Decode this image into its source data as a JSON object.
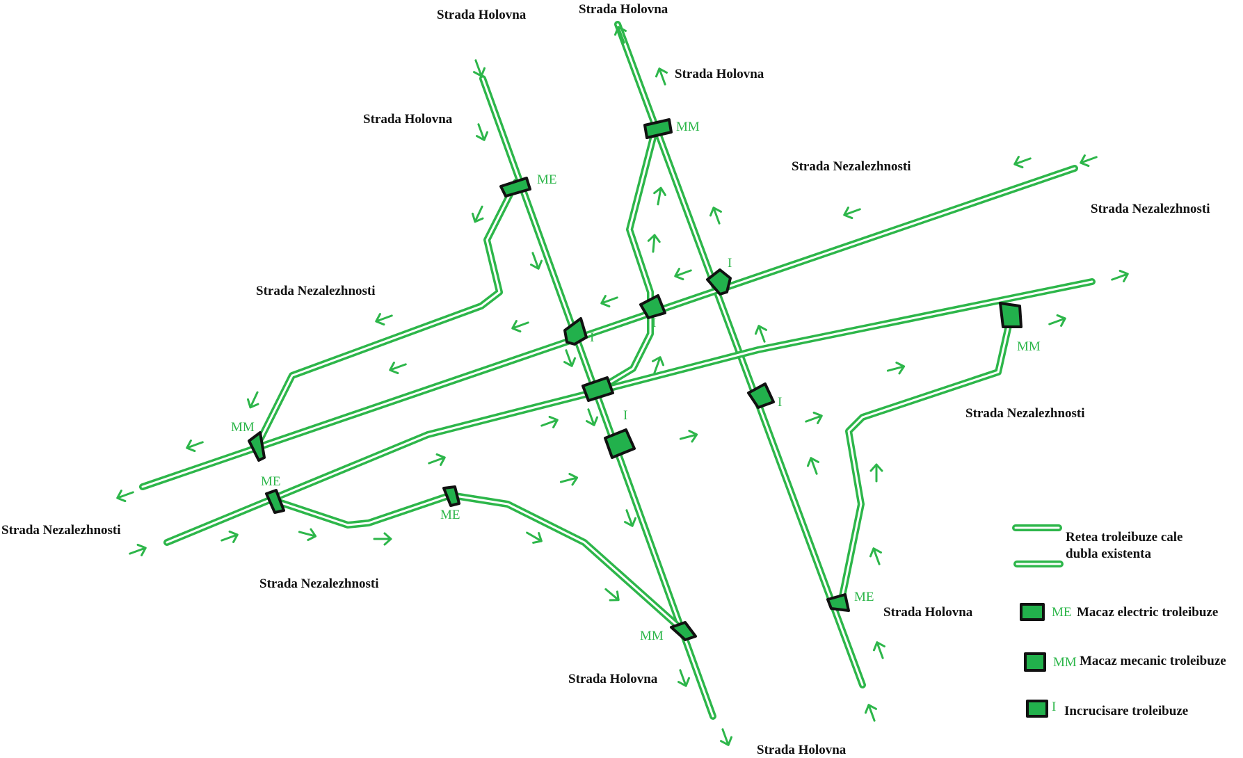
{
  "colors": {
    "track": "#2db64a",
    "node_fill": "#22b14c",
    "node_border": "#111111",
    "label": "#111111",
    "tag": "#2db64a"
  },
  "streets": {
    "holovna_top_left": "Strada Holovna",
    "holovna_top_right": "Strada Holovna",
    "holovna_upper_right": "Strada Holovna",
    "holovna_upper_left": "Strada Holovna",
    "holovna_bottom_mid": "Strada Holovna",
    "holovna_bottom": "Strada Holovna",
    "holovna_right": "Strada Holovna",
    "nez_top": "Strada Nezalezhnosti",
    "nez_top_right": "Strada Nezalezhnosti",
    "nez_left_upper": "Strada Nezalezhnosti",
    "nez_left": "Strada Nezalezhnosti",
    "nez_bottom": "Strada Nezalezhnosti",
    "nez_right_mid": "Strada Nezalezhnosti"
  },
  "tags": {
    "me": "ME",
    "mm": "MM",
    "i": "I"
  },
  "legend": {
    "line_label_1": "Retea troleibuze cale",
    "line_label_2": "dubla existenta",
    "electric_prefix": "ME",
    "electric_label": "Macaz electric troleibuze",
    "mechanical_prefix": "MM",
    "mechanical_label": "Macaz mecanic troleibuze",
    "crossing_prefix": "I",
    "crossing_label": "Incrucisare troleibuze"
  }
}
